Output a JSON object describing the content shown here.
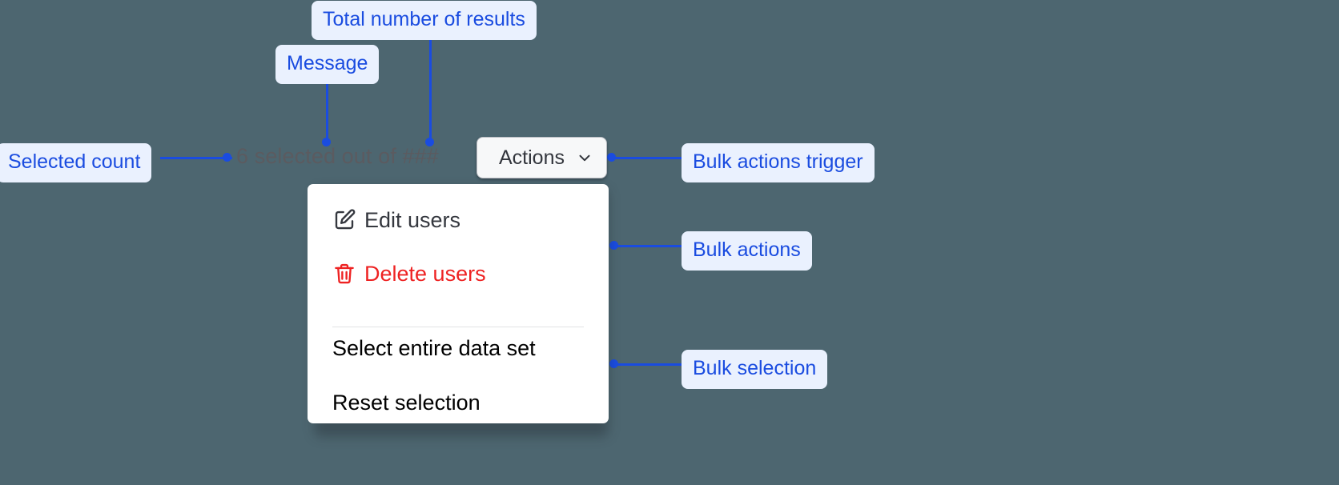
{
  "canvas": {
    "background_color": "#4d6670",
    "accent_color": "#1a4ce0",
    "callout_bg_color": "#eaf1fe",
    "danger_color": "#ee2222"
  },
  "toolbar": {
    "selected_count_message": "6 selected out of ###",
    "selected_count_value": "6",
    "total_results_placeholder": "###",
    "actions_button_label": "Actions",
    "actions_button_icon": "chevron-down-icon"
  },
  "menu": {
    "groups": [
      {
        "items": [
          {
            "label": "Edit users",
            "icon": "pencil-square-icon",
            "tone": "default"
          },
          {
            "label": "Delete users",
            "icon": "trash-icon",
            "tone": "danger"
          }
        ]
      },
      {
        "items": [
          {
            "label": "Select entire data set",
            "icon": "",
            "tone": "default"
          },
          {
            "label": "Reset selection",
            "icon": "",
            "tone": "default"
          }
        ]
      }
    ]
  },
  "annotations": [
    {
      "id": "total-number-of-results",
      "label": "Total number of results"
    },
    {
      "id": "message",
      "label": "Message"
    },
    {
      "id": "selected-count",
      "label": "Selected count"
    },
    {
      "id": "bulk-actions-trigger",
      "label": "Bulk actions trigger"
    },
    {
      "id": "bulk-actions",
      "label": "Bulk actions"
    },
    {
      "id": "bulk-selection",
      "label": "Bulk selection"
    }
  ]
}
